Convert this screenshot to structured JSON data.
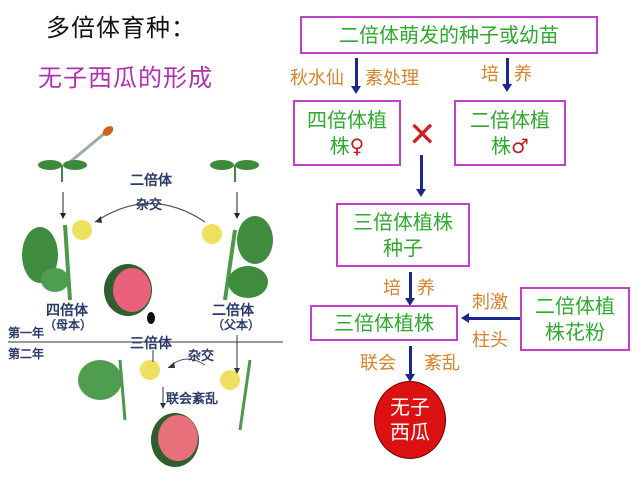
{
  "header": {
    "title": "多倍体育种：",
    "subtitle": "无子西瓜的形成"
  },
  "flowchart": {
    "top_box": "二倍体萌发的种子或幼苗",
    "left_treat_a": "秋水仙",
    "left_treat_b": "素处理",
    "right_treat_a": "培",
    "right_treat_b": "养",
    "tetraploid_line1": "四倍体植",
    "tetraploid_line2": "株",
    "female_symbol": "♀",
    "diploid_line1": "二倍体植",
    "diploid_line2": "株",
    "male_symbol": "♂",
    "cross_symbol": "✕",
    "triploid_seed_line1": "三倍体植株",
    "triploid_seed_line2": "种子",
    "culture_a": "培",
    "culture_b": "养",
    "triploid_plant": "三倍体植株",
    "stimulate_a": "刺激",
    "stimulate_b": "柱头",
    "pollen_line1": "二倍体植",
    "pollen_line2": "株花粉",
    "disorder_a": "联会",
    "disorder_b": "紊乱",
    "result_line1": "无子",
    "result_line2": "西瓜"
  },
  "illustration": {
    "diploid": "二倍体",
    "hybrid": "杂交",
    "tetraploid": "四倍体",
    "mother": "（母本）",
    "diploid2": "二倍体",
    "father": "（父本）",
    "year1": "第一年",
    "year2": "第二年",
    "triploid": "三倍体",
    "hybrid2": "杂交",
    "synapsis": "联会紊乱"
  },
  "colors": {
    "box_border": "#c040c8",
    "box_text": "#2eaa2e",
    "label_text": "#d9822b",
    "arrow": "#1a2a8c",
    "result_fill": "#dd1111"
  }
}
